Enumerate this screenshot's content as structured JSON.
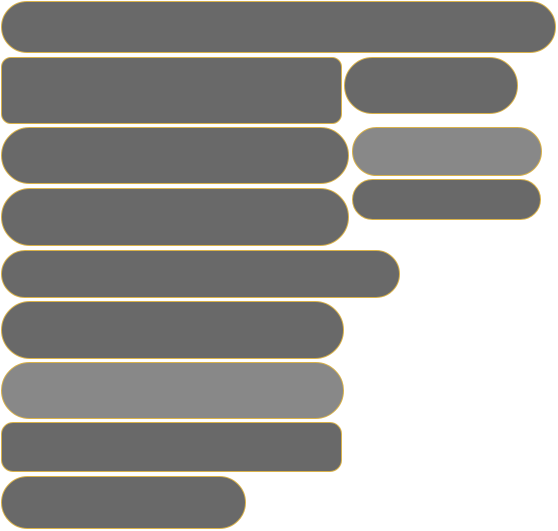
{
  "theme": {
    "fill_dark": "#696969",
    "fill_light": "#888888",
    "border": "#d9b24a",
    "background": "#ffffff"
  },
  "blocks": [
    {
      "id": "p1",
      "variant": "dark"
    },
    {
      "id": "p2",
      "variant": "dark"
    },
    {
      "id": "p3",
      "variant": "dark"
    },
    {
      "id": "p4",
      "variant": "dark"
    },
    {
      "id": "p5",
      "variant": "light"
    },
    {
      "id": "p6",
      "variant": "dark"
    },
    {
      "id": "p7",
      "variant": "dark"
    },
    {
      "id": "p8",
      "variant": "dark"
    },
    {
      "id": "p9",
      "variant": "dark"
    },
    {
      "id": "p10",
      "variant": "light"
    },
    {
      "id": "p11",
      "variant": "dark"
    },
    {
      "id": "p12",
      "variant": "dark"
    }
  ]
}
